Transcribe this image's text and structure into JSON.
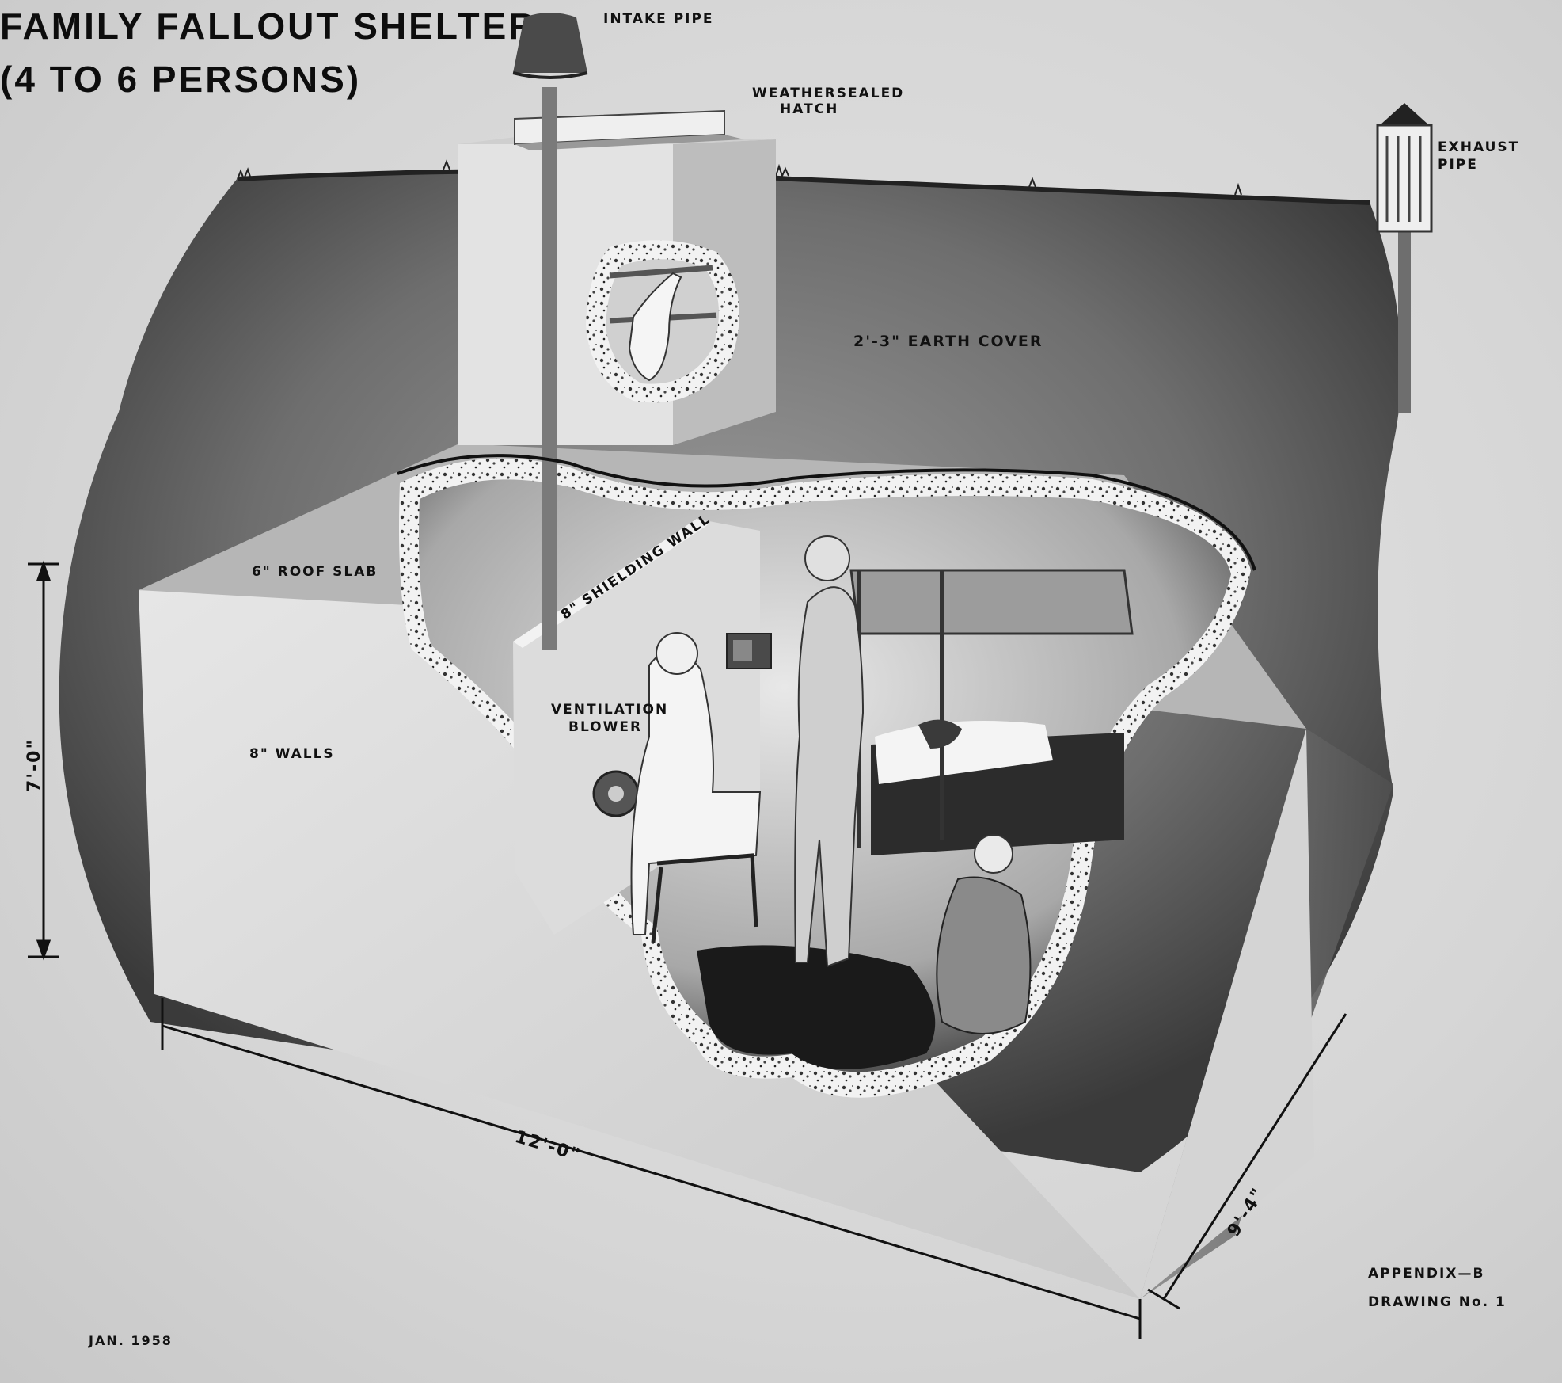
{
  "diagram": {
    "title_line1": "FAMILY FALLOUT SHELTER",
    "title_line2": "(4 TO 6 PERSONS)",
    "date": "JAN. 1958",
    "appendix": "APPENDIX—B",
    "drawing_no": "DRAWING No. 1",
    "labels": {
      "intake_pipe": "INTAKE PIPE",
      "hatch_line1": "WEATHERSEALED",
      "hatch_line2": "HATCH",
      "exhaust_line1": "EXHAUST",
      "exhaust_line2": "PIPE",
      "earth_cover": "2'-3\" EARTH COVER",
      "roof_slab": "6\" ROOF SLAB",
      "walls": "8\" WALLS",
      "shielding_wall": "8\" SHIELDING WALL",
      "blower_line1": "VENTILATION",
      "blower_line2": "BLOWER"
    },
    "dimensions": {
      "height": "7'-0\"",
      "length": "12'-0\"",
      "width": "9'-4\""
    }
  }
}
